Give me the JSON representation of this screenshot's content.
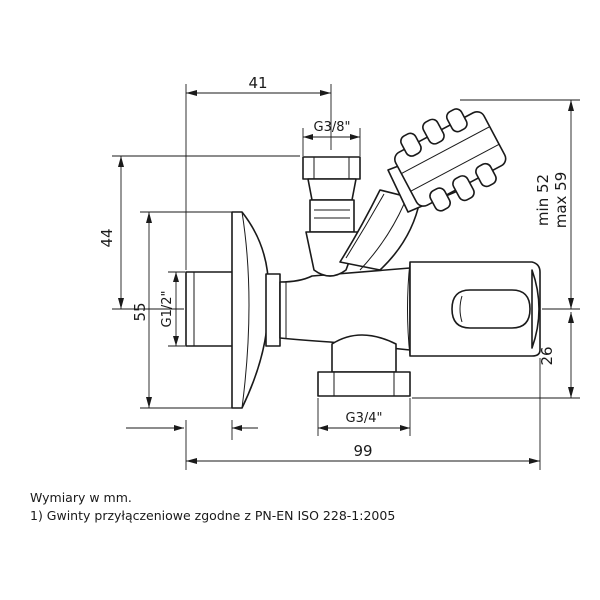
{
  "dimensions": {
    "top_width": "41",
    "overall_width": "99",
    "left_height_44": "44",
    "left_height_55": "55",
    "right_height_min": "min 52",
    "right_height_max": "max 59",
    "right_height_26": "26"
  },
  "threads": {
    "top_outlet": "G3/8\"",
    "inlet": "G1/2\"",
    "bottom_outlet": "G3/4\""
  },
  "notes": {
    "line1": "Wymiary w mm.",
    "line2": "1) Gwinty przyłączeniowe zgodne z PN-EN ISO 228-1:2005"
  }
}
